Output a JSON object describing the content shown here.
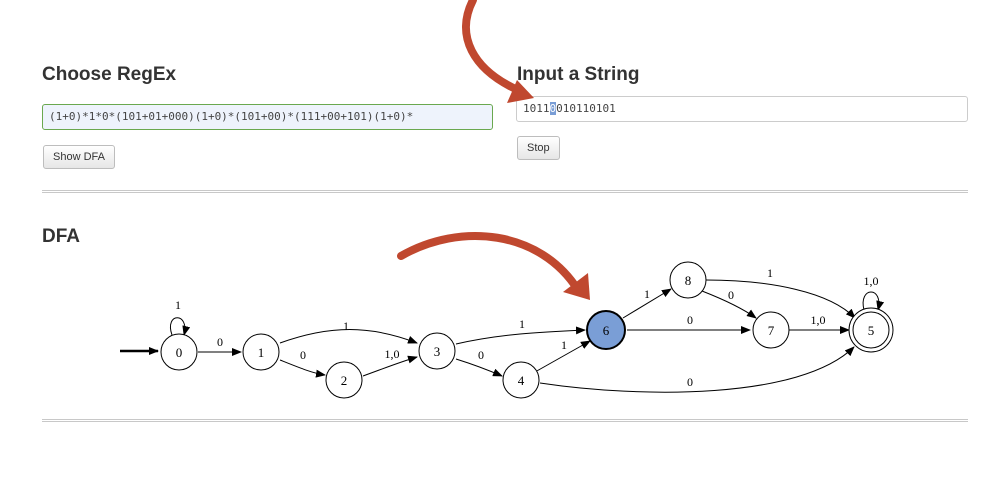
{
  "regex_section": {
    "heading": "Choose RegEx",
    "regex_value": "(1+0)*1*0*(101+01+000)(1+0)*(101+00)*(111+00+101)(1+0)*",
    "show_dfa_label": "Show DFA"
  },
  "input_section": {
    "heading": "Input a String",
    "string_before": "1011",
    "string_current": "0",
    "string_after": "010110101",
    "stop_label": "Stop"
  },
  "dfa_section": {
    "heading": "DFA"
  },
  "diagram": {
    "start_state": "0",
    "active_state": "6",
    "accept_states": [
      "5"
    ],
    "active_color": "#7a9ed6",
    "arrow_color": "#c0482f",
    "states": [
      {
        "id": "0",
        "label": "0"
      },
      {
        "id": "1",
        "label": "1"
      },
      {
        "id": "2",
        "label": "2"
      },
      {
        "id": "3",
        "label": "3"
      },
      {
        "id": "4",
        "label": "4"
      },
      {
        "id": "6",
        "label": "6"
      },
      {
        "id": "8",
        "label": "8"
      },
      {
        "id": "7",
        "label": "7"
      },
      {
        "id": "5",
        "label": "5"
      }
    ],
    "transitions": [
      {
        "from": "0",
        "to": "0",
        "label": "1"
      },
      {
        "from": "0",
        "to": "1",
        "label": "0"
      },
      {
        "from": "1",
        "to": "3",
        "label": "1"
      },
      {
        "from": "1",
        "to": "2",
        "label": "0"
      },
      {
        "from": "2",
        "to": "3",
        "label": "1,0"
      },
      {
        "from": "3",
        "to": "6",
        "label": "1"
      },
      {
        "from": "3",
        "to": "4",
        "label": "0"
      },
      {
        "from": "4",
        "to": "6",
        "label": "1"
      },
      {
        "from": "4",
        "to": "5",
        "label": "0"
      },
      {
        "from": "6",
        "to": "8",
        "label": "1"
      },
      {
        "from": "6",
        "to": "7",
        "label": "0"
      },
      {
        "from": "8",
        "to": "5",
        "label": "1"
      },
      {
        "from": "8",
        "to": "7",
        "label": "0"
      },
      {
        "from": "7",
        "to": "5",
        "label": "1,0"
      },
      {
        "from": "5",
        "to": "5",
        "label": "1,0"
      }
    ]
  }
}
